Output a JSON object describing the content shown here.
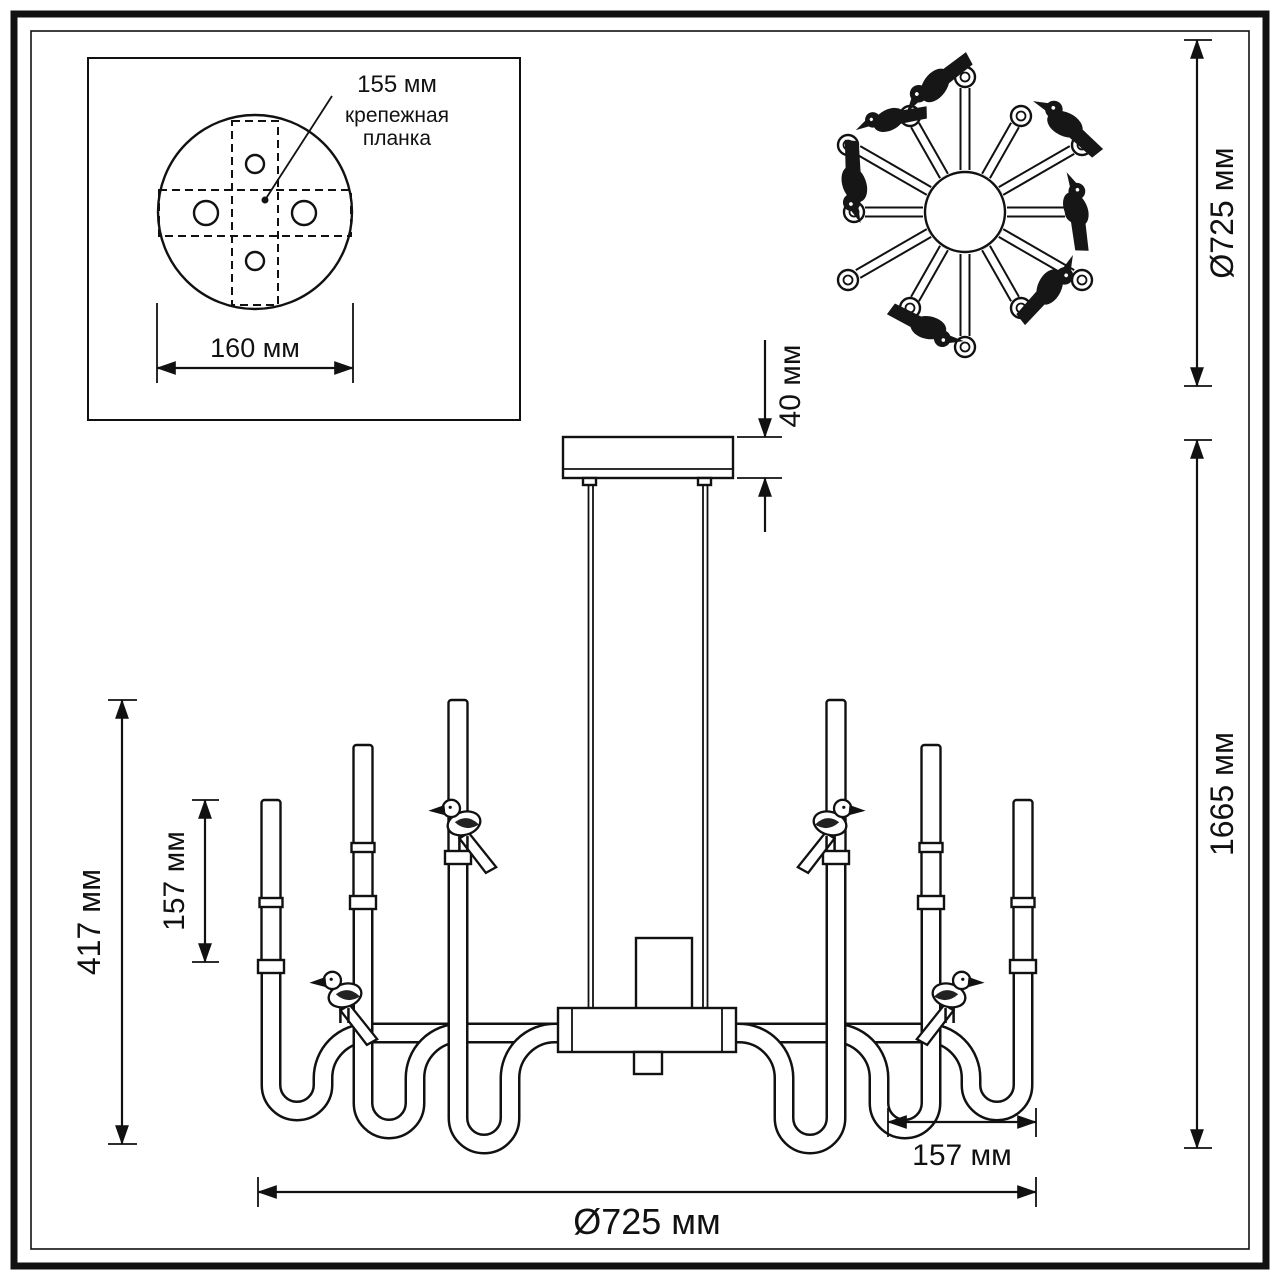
{
  "colors": {
    "ink": "#111111",
    "paper": "#ffffff"
  },
  "inset": {
    "dim_155": "155 мм",
    "label_line1": "крепежная",
    "label_line2": "планка",
    "dim_160": "160 мм"
  },
  "top_view": {
    "dim_diameter": "Ø725 мм"
  },
  "front_view": {
    "dim_canopy": "40 мм",
    "dim_total_height": "1665 мм",
    "dim_arm_height": "417 мм",
    "dim_candle_left": "157 мм",
    "dim_candle_right": "157 мм",
    "dim_diameter": "Ø725 мм"
  }
}
